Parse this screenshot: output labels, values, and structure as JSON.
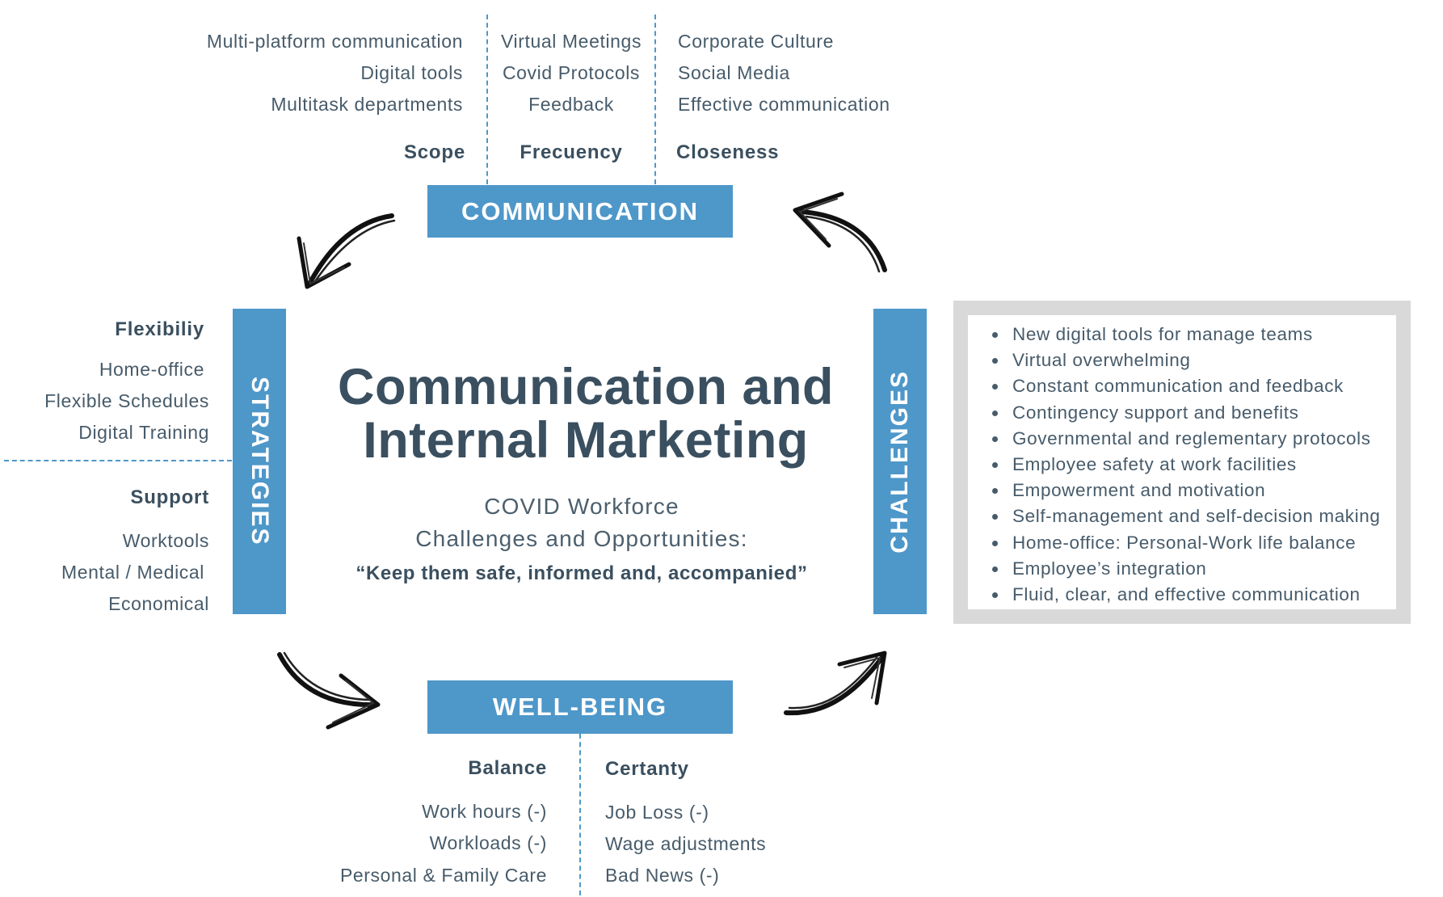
{
  "communication": {
    "label": "COMMUNICATION",
    "scope": {
      "heading": "Scope",
      "items": [
        "Multi-platform communication",
        "Digital tools",
        "Multitask departments"
      ]
    },
    "frequency": {
      "heading": "Frecuency",
      "items": [
        "Virtual Meetings",
        "Covid Protocols",
        "Feedback"
      ]
    },
    "closeness": {
      "heading": "Closeness",
      "items": [
        "Corporate Culture",
        "Social Media",
        "Effective communication"
      ]
    }
  },
  "strategies": {
    "label": "STRATEGIES",
    "flexibility": {
      "heading": "Flexibiliy",
      "items": [
        "Home-office",
        "Flexible Schedules",
        "Digital Training"
      ]
    },
    "support": {
      "heading": "Support",
      "items": [
        "Worktools",
        "Mental / Medical",
        "Economical"
      ]
    }
  },
  "challenges": {
    "label": "CHALLENGES",
    "items": [
      "New digital tools for manage teams",
      "Virtual overwhelming",
      "Constant communication and feedback",
      "Contingency support and benefits",
      "Governmental and reglementary protocols",
      "Employee safety at work facilities",
      "Empowerment and motivation",
      "Self-management and self-decision making",
      "Home-office: Personal-Work life balance",
      "Employee’s integration",
      "Fluid, clear, and effective communication"
    ]
  },
  "wellbeing": {
    "label": "WELL-BEING",
    "balance": {
      "heading": "Balance",
      "items": [
        "Work hours (-)",
        "Workloads (-)",
        "Personal & Family Care"
      ]
    },
    "certainty": {
      "heading": "Certanty",
      "items": [
        "Job Loss (-)",
        "Wage adjustments",
        "Bad News (-)"
      ]
    }
  },
  "center": {
    "title_line1": "Communication and",
    "title_line2": "Internal Marketing",
    "subtitle_line1": "COVID Workforce",
    "subtitle_line2": "Challenges and Opportunities:",
    "quote": "“Keep them safe, informed and, accompanied”"
  },
  "colors": {
    "accent": "#4e97c9",
    "text": "#3a4f5f",
    "box_border": "#d9d9d9"
  }
}
